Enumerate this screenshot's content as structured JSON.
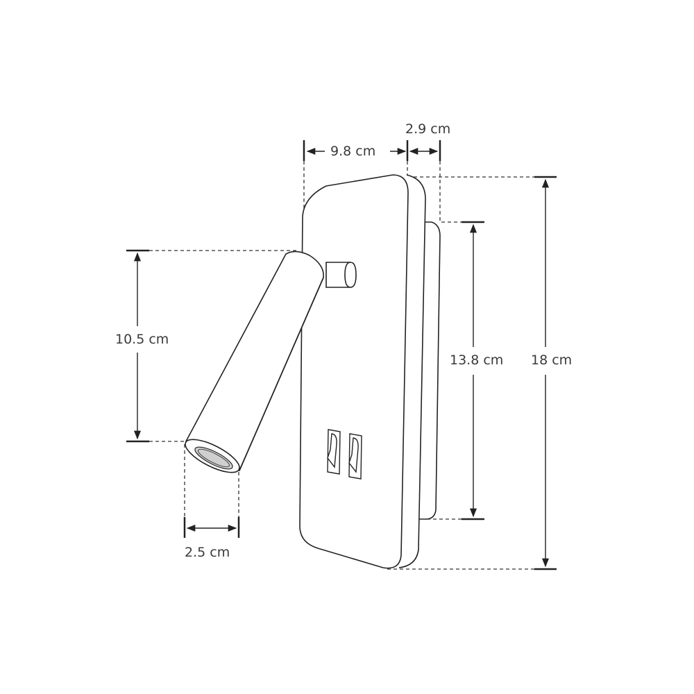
{
  "diagram": {
    "subject": "Wall reading lamp with adjustable arm and two rocker switches",
    "stroke_color": "#222222",
    "text_color": "#3a3a3a",
    "lens_fill": "#cfcfcf"
  },
  "dimensions": {
    "base_depth": {
      "label": "9.8 cm"
    },
    "plate_depth": {
      "label": "2.9 cm"
    },
    "arm_height": {
      "label": "10.5 cm"
    },
    "head_diameter": {
      "label": "2.5 cm"
    },
    "back_plate_height": {
      "label": "13.8 cm"
    },
    "total_height": {
      "label": "18 cm"
    }
  },
  "switches": [
    {
      "name": "switch-1"
    },
    {
      "name": "switch-2"
    }
  ]
}
